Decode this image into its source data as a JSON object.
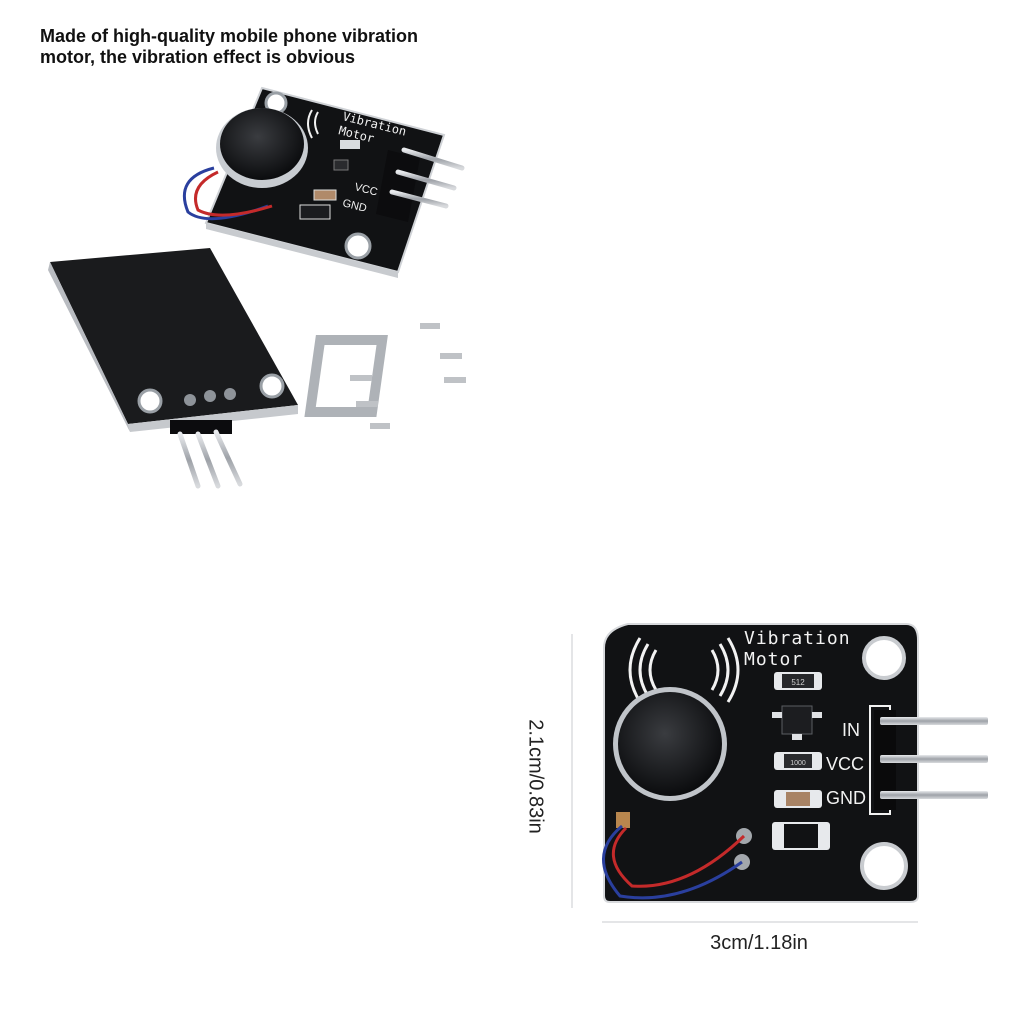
{
  "caption": {
    "line1": "Made of high-quality mobile phone vibration",
    "line2": "motor, the vibration effect is obvious"
  },
  "board_labels": {
    "title_line1": "Vibration",
    "title_line2": "Motor",
    "pin_in": "IN",
    "pin_vcc": "VCC",
    "pin_gnd": "GND",
    "resistor_code": "512",
    "cap_code": "1000"
  },
  "dimensions": {
    "height": "2.1cm/0.83in",
    "width": "3cm/1.18in"
  },
  "colors": {
    "pcb": "#111214",
    "silk": "#f2f2f2",
    "metal": "#b9bcc1",
    "wire_red": "#c42a2a",
    "wire_blue": "#2a3f9e"
  }
}
